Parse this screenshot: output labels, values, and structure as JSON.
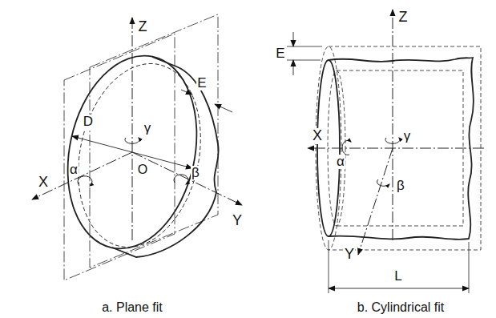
{
  "diagram": {
    "labels": [
      "Z",
      "E",
      "D",
      "γ",
      "α",
      "O",
      "β",
      "X",
      "Y",
      "a. Plane fit",
      "E",
      "Z",
      "X",
      "α",
      "γ",
      "β",
      "Y",
      "L",
      "b. Cylindrical fit"
    ]
  }
}
